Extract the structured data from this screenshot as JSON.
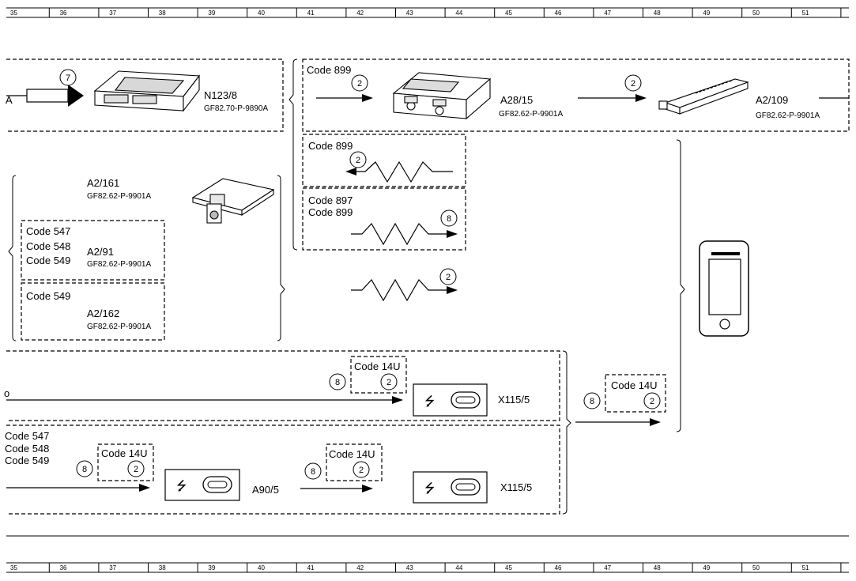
{
  "ruler": {
    "top": [
      "35",
      "36",
      "37",
      "38",
      "39",
      "40",
      "41",
      "42",
      "43",
      "44",
      "45",
      "46",
      "47",
      "48",
      "49",
      "50",
      "51"
    ],
    "bottom": [
      "35",
      "36",
      "37",
      "38",
      "39",
      "40",
      "41",
      "42",
      "43",
      "44",
      "45",
      "46",
      "47",
      "48",
      "49",
      "50",
      "51"
    ]
  },
  "components": {
    "n123_8": {
      "id": "N123/8",
      "ref": "GF82.70-P-9890A"
    },
    "a28_15": {
      "id": "A28/15",
      "ref": "GF82.62-P-9901A"
    },
    "a2_109": {
      "id": "A2/109",
      "ref": "GF82.62-P-9901A"
    },
    "a2_161": {
      "id": "A2/161",
      "ref": "GF82.62-P-9901A"
    },
    "a2_91": {
      "id": "A2/91",
      "ref": "GF82.62-P-9901A"
    },
    "a2_162": {
      "id": "A2/162",
      "ref": "GF82.62-P-9901A"
    },
    "x115_5_upper": {
      "id": "X115/5"
    },
    "a90_5": {
      "id": "A90/5"
    },
    "x115_5_lower": {
      "id": "X115/5"
    }
  },
  "codes": {
    "top_right": "Code 899",
    "wave_left": "Code 899",
    "wave_right_1": "Code 897",
    "wave_right_2": "Code 899",
    "antenna_1": "Code 547",
    "antenna_2": "Code 548",
    "antenna_3": "Code 549",
    "antenna_only": "Code 549",
    "usb_upper": "Code 14U",
    "phone_link": "Code 14U",
    "usb_left_1": "Code 547",
    "usb_left_2": "Code 548",
    "usb_left_3": "Code 549",
    "usb_a90": "Code 14U",
    "usb_x115": "Code 14U"
  },
  "circles": {
    "c7": "7",
    "c2_top": "2",
    "c2_right": "2",
    "c2_wave_left": "2",
    "c8_wave_right": "8",
    "c2_wave_bottom": "2",
    "c8_usb_upper": "8",
    "c2_usb_upper": "2",
    "c8_phone": "8",
    "c2_phone": "2",
    "c8_a90": "8",
    "c2_a90": "2",
    "c8_x115": "8",
    "c2_x115": "2"
  },
  "edge_labels": {
    "left_a": "A",
    "left_o": "o"
  }
}
